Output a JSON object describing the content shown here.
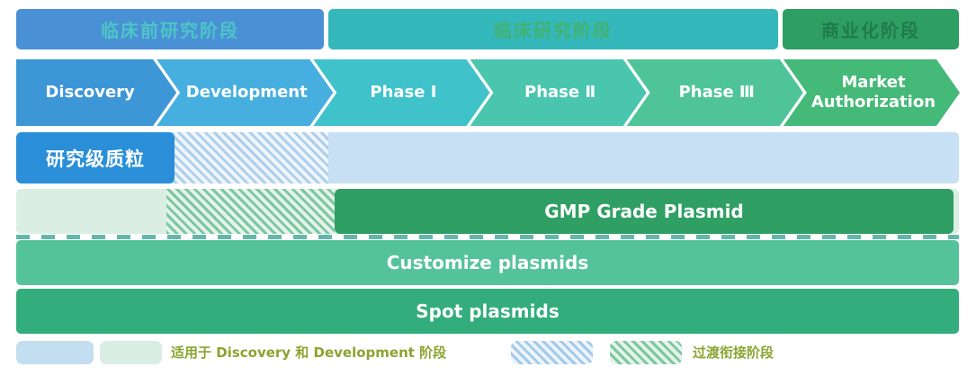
{
  "header": {
    "bars": [
      {
        "label": "临床前研究阶段",
        "bg": "#4a90d5",
        "fg": "#4cc6c6"
      },
      {
        "label": "临床研究阶段",
        "bg": "#34b8bb",
        "fg": "#43b271"
      },
      {
        "label": "商业化阶段",
        "bg": "#2f9e63",
        "fg": "#1f7b4b"
      }
    ]
  },
  "phases": [
    {
      "label": "Discovery",
      "color": "#3d96d6"
    },
    {
      "label": "Development",
      "color": "#47afdf"
    },
    {
      "label": "Phase Ⅰ",
      "color": "#3fc2ca"
    },
    {
      "label": "Phase Ⅱ",
      "color": "#4ac5ae"
    },
    {
      "label": "Phase Ⅲ",
      "color": "#4fc499"
    },
    {
      "label": "Market Authorization",
      "color": "#45b977"
    }
  ],
  "bands": {
    "research": {
      "label": "研究级质粒",
      "box_color": "#2a8fd8",
      "track_color": "#c7e0f3"
    },
    "gmp": {
      "label": "GMP Grade Plasmid",
      "bar_color": "#2f9f63",
      "track_color": "#daeee3"
    },
    "customize": {
      "label": "Customize plasmids",
      "color": "#55c39a"
    },
    "spot": {
      "label": "Spot plasmids",
      "color": "#33ad7c"
    }
  },
  "legend": {
    "solid_blue": "#c3ddf1",
    "solid_green": "#d9eee3",
    "label_solid": "适用于 Discovery 和 Development 阶段",
    "label_hatched": "过渡衔接阶段"
  }
}
